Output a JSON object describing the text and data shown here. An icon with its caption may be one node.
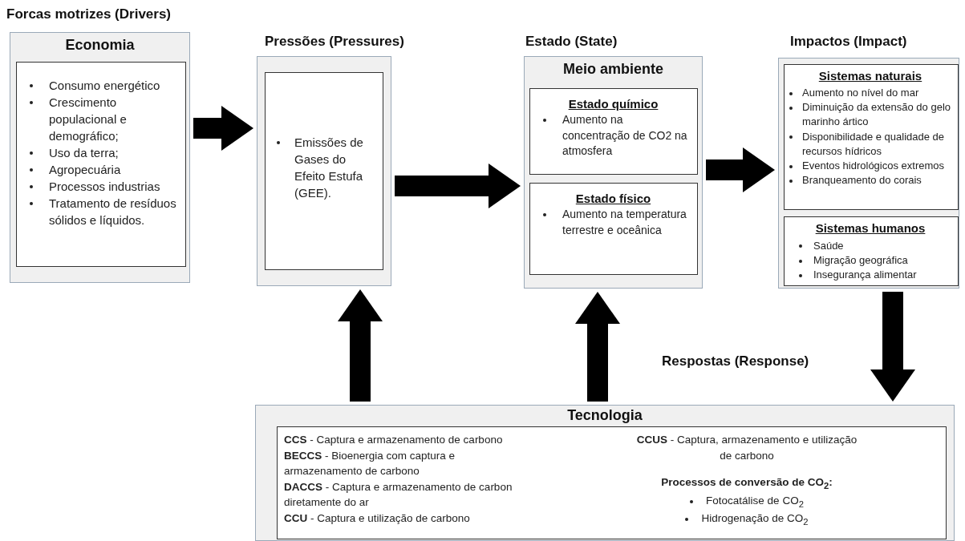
{
  "diagram": {
    "nodes": [
      {
        "text": [
          "Forcas motrizes (Drivers)",
          "Economia"
        ]
      },
      {
        "text": [
          "Consumo energético",
          "Crescimento populacional e demográfico;",
          "Uso da terra;",
          "Agropecuária",
          "Processos industrias",
          "Tratamento de resíduos sólidos e líquidos."
        ],
        "in": 0
      },
      {
        "text": [
          "Pressões (Pressures)"
        ]
      },
      {
        "text": [
          "Emissões de Gases do Efeito Estufa (GEE)."
        ],
        "in": 2
      },
      {
        "text": [
          "Estado (State)",
          "Meio ambiente"
        ]
      },
      {
        "text": [
          "Estado químico",
          "Aumento na concentração de CO2 na atmosfera"
        ],
        "in": 4
      },
      {
        "text": [
          "Estado físico",
          "Aumento na temperatura terrestre e oceânica"
        ],
        "in": 4
      },
      {
        "text": [
          "Impactos (Impact)"
        ]
      },
      {
        "text": [
          "Sistemas naturais",
          "Aumento no nível do mar",
          "Diminuição da extensão do gelo marinho ártico",
          "Disponibilidade e qualidade de recursos hídricos",
          "Eventos hidrológicos extremos",
          "Branqueamento do corais"
        ],
        "in": 7
      },
      {
        "text": [
          "Sistemas humanos",
          "Saúde",
          "Migração geográfica",
          "Insegurança alimentar"
        ],
        "in": 7
      },
      {
        "text": [
          "Respostas (Response)",
          "Tecnologia"
        ]
      },
      {
        "text": [
          "**CCS** - Captura e armazenamento de carbono",
          "**BECCS** - Bioenergia com captura e armazenamento de carbono",
          "**DACCS** - Captura e armazenamento de carbon diretamente do ar",
          "**CCU** - Captura e utilização de carbono",
          "**CCUS** - Captura, armazenamento e utilização de carbono",
          "Processos de conversão de CO$_{2}$:",
          "Fotocatálise de CO$_{2}$",
          "Hidrogenação de CO$_{2}$"
        ],
        "in": 10
      }
    ],
    "edges": [
      {
        "from": 0,
        "to": 2,
        "arrow": "to"
      },
      {
        "from": 2,
        "to": 4,
        "arrow": "to"
      },
      {
        "from": 4,
        "to": 7,
        "arrow": "to"
      },
      {
        "from": 7,
        "to": 10,
        "arrow": "to"
      },
      {
        "from": 10,
        "to": 2,
        "arrow": "to"
      },
      {
        "from": 10,
        "to": 4,
        "arrow": "to"
      }
    ]
  }
}
